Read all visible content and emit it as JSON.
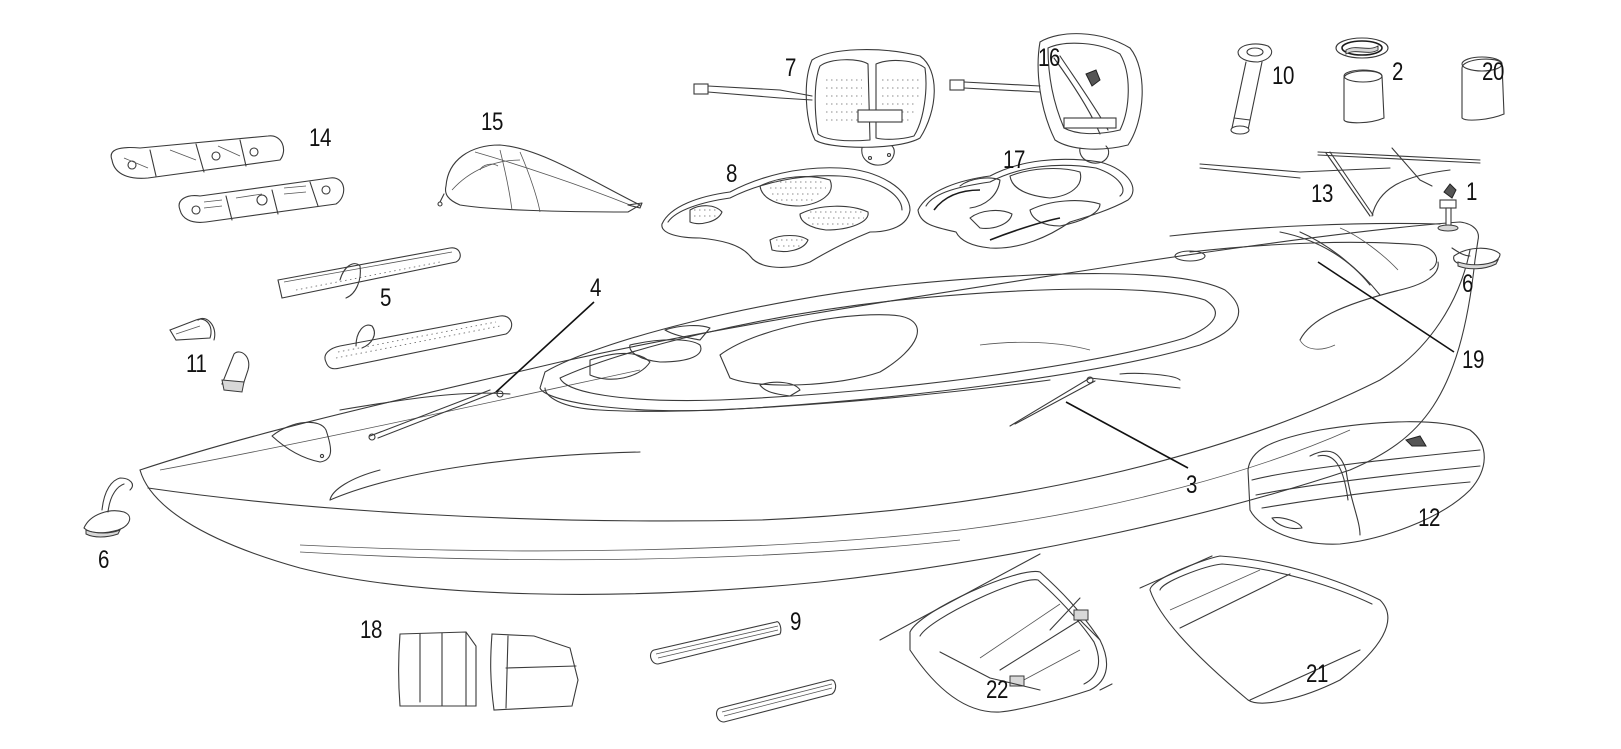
{
  "diagram": {
    "title": "Kayak exploded parts diagram",
    "colors": {
      "line": "#3a3a3a",
      "label": "#111111",
      "background": "#ffffff"
    },
    "callouts": [
      {
        "id": "c1",
        "number": "1",
        "part": "drain plug"
      },
      {
        "id": "c2",
        "number": "2",
        "part": "hatch cover with bucket"
      },
      {
        "id": "c3",
        "number": "3",
        "part": "side bungee cord"
      },
      {
        "id": "c4",
        "number": "4",
        "part": "front deck bungee"
      },
      {
        "id": "c5",
        "number": "5",
        "part": "footrest rails"
      },
      {
        "id": "c6a",
        "number": "6",
        "part": "carry handle (stern)"
      },
      {
        "id": "c6b",
        "number": "6",
        "part": "carry handle (bow)"
      },
      {
        "id": "c7",
        "number": "7",
        "part": "seat backrest"
      },
      {
        "id": "c8",
        "number": "8",
        "part": "seat cushion"
      },
      {
        "id": "c9",
        "number": "9",
        "part": "thigh pads"
      },
      {
        "id": "c10",
        "number": "10",
        "part": "rod holder"
      },
      {
        "id": "c11",
        "number": "11",
        "part": "footrest pedals"
      },
      {
        "id": "c12",
        "number": "12",
        "part": "storage cover"
      },
      {
        "id": "c13",
        "number": "13",
        "part": "rear bungee cord"
      },
      {
        "id": "c14",
        "number": "14",
        "part": "foot braces"
      },
      {
        "id": "c15",
        "number": "15",
        "part": "bow storage cover"
      },
      {
        "id": "c16",
        "number": "16",
        "part": "deluxe seat backrest"
      },
      {
        "id": "c17",
        "number": "17",
        "part": "deluxe seat cushion"
      },
      {
        "id": "c18",
        "number": "18",
        "part": "knee pads"
      },
      {
        "id": "c19",
        "number": "19",
        "part": "stern bungee"
      },
      {
        "id": "c20",
        "number": "20",
        "part": "bucket"
      },
      {
        "id": "c21",
        "number": "21",
        "part": "seat frame"
      },
      {
        "id": "c22",
        "number": "22",
        "part": "seat frame with straps"
      }
    ]
  }
}
